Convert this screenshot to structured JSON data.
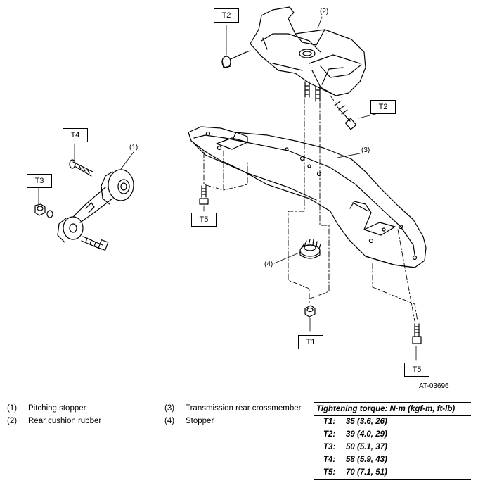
{
  "figure": {
    "id": "AT-03696",
    "callouts": [
      "(1)",
      "(2)",
      "(3)",
      "(4)"
    ],
    "torque_tags": [
      "T1",
      "T2",
      "T2",
      "T3",
      "T4",
      "T5",
      "T5"
    ]
  },
  "legend": [
    {
      "num": "(1)",
      "label": "Pitching stopper"
    },
    {
      "num": "(2)",
      "label": "Rear cushion rubber"
    },
    {
      "num": "(3)",
      "label": "Transmission rear crossmember"
    },
    {
      "num": "(4)",
      "label": "Stopper"
    }
  ],
  "torque": {
    "title": "Tightening torque: N·m (kgf-m, ft-lb)",
    "rows": [
      {
        "label": "T1:",
        "value": "35 (3.6, 26)"
      },
      {
        "label": "T2:",
        "value": "39 (4.0, 29)"
      },
      {
        "label": "T3:",
        "value": "50 (5.1, 37)"
      },
      {
        "label": "T4:",
        "value": "58 (5.9, 43)"
      },
      {
        "label": "T5:",
        "value": "70 (7.1, 51)"
      }
    ]
  }
}
